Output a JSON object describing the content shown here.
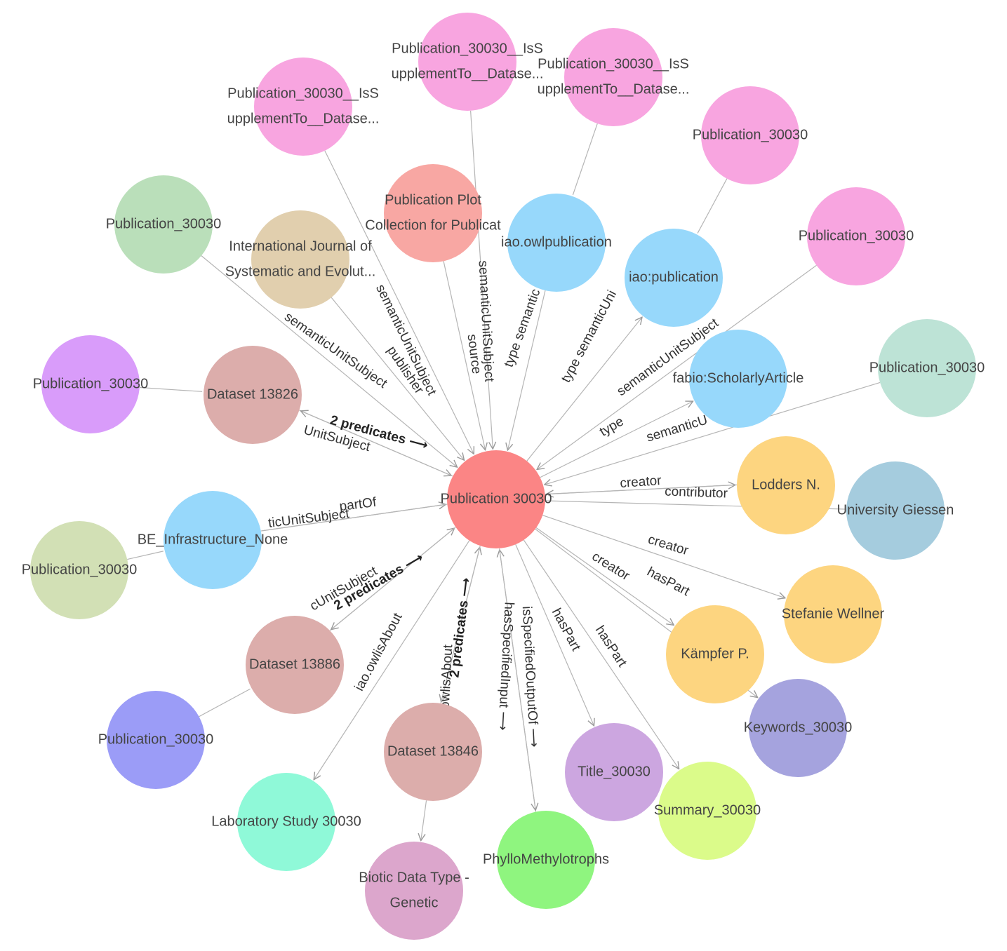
{
  "nodes": [
    {
      "id": "center",
      "lines": [
        "Publication 30030"
      ],
      "color": "#fb8585"
    },
    {
      "id": "pub_top1",
      "lines": [
        "Publication_30030__IsS",
        "upplementTo__Datase..."
      ],
      "color": "#f8a5e0"
    },
    {
      "id": "pub_top2",
      "lines": [
        "Publication_30030__IsS",
        "upplementTo__Datase..."
      ],
      "color": "#f8a5e0"
    },
    {
      "id": "pub_top3",
      "lines": [
        "Publication_30030__IsS",
        "upplementTo__Datase..."
      ],
      "color": "#f8a5e0"
    },
    {
      "id": "pub_pink_a",
      "lines": [
        "Publication_30030"
      ],
      "color": "#f8a5e0"
    },
    {
      "id": "pub_pink_b",
      "lines": [
        "Publication_30030"
      ],
      "color": "#f8a5e0"
    },
    {
      "id": "pub_mint",
      "lines": [
        "Publication_30030"
      ],
      "color": "#bde3d6"
    },
    {
      "id": "pub_green",
      "lines": [
        "Publication_30030"
      ],
      "color": "#badfba"
    },
    {
      "id": "journal",
      "lines": [
        "International Journal of",
        "Systematic and Evolut..."
      ],
      "color": "#e1cfae"
    },
    {
      "id": "plot",
      "lines": [
        "Publication Plot",
        "Collection for Publicat"
      ],
      "color": "#f8a7a3"
    },
    {
      "id": "owlpub",
      "lines": [
        "iao.owlpublication"
      ],
      "color": "#97d8fb"
    },
    {
      "id": "iaopub",
      "lines": [
        "iao:publication"
      ],
      "color": "#97d8fb"
    },
    {
      "id": "fabio",
      "lines": [
        "fabio:ScholarlyArticle"
      ],
      "color": "#97d8fb"
    },
    {
      "id": "pub_violet",
      "lines": [
        "Publication_30030"
      ],
      "color": "#d99cfa"
    },
    {
      "id": "ds13826",
      "lines": [
        "Dataset 13826"
      ],
      "color": "#dcadab"
    },
    {
      "id": "be_infra",
      "lines": [
        "BE_Infrastructure_None"
      ],
      "color": "#97d8fb"
    },
    {
      "id": "pub_sage",
      "lines": [
        "Publication_30030"
      ],
      "color": "#d2e0b5"
    },
    {
      "id": "ds13886",
      "lines": [
        "Dataset 13886"
      ],
      "color": "#dcadab"
    },
    {
      "id": "pub_blue",
      "lines": [
        "Publication_30030"
      ],
      "color": "#9b9cf7"
    },
    {
      "id": "lab",
      "lines": [
        "Laboratory Study 30030"
      ],
      "color": "#8ff9d8"
    },
    {
      "id": "ds13846",
      "lines": [
        "Dataset 13846"
      ],
      "color": "#dcadab"
    },
    {
      "id": "biotic",
      "lines": [
        "Biotic Data Type -",
        "Genetic"
      ],
      "color": "#dca6cc"
    },
    {
      "id": "phyllo",
      "lines": [
        "PhylloMethylotrophs"
      ],
      "color": "#8ff57f"
    },
    {
      "id": "title",
      "lines": [
        "Title_30030"
      ],
      "color": "#cca6e0"
    },
    {
      "id": "summary",
      "lines": [
        "Summary_30030"
      ],
      "color": "#dbfb8a"
    },
    {
      "id": "keywords",
      "lines": [
        "Keywords_30030"
      ],
      "color": "#a5a3de"
    },
    {
      "id": "kampfer",
      "lines": [
        "Kämpfer P."
      ],
      "color": "#fdd580"
    },
    {
      "id": "wellner",
      "lines": [
        "Stefanie Wellner"
      ],
      "color": "#fdd580"
    },
    {
      "id": "lodders",
      "lines": [
        "Lodders N."
      ],
      "color": "#fdd580"
    },
    {
      "id": "giessen",
      "lines": [
        "University Giessen"
      ],
      "color": "#a5ccde"
    }
  ],
  "edges": [
    {
      "from": "pub_top1",
      "to": "center",
      "label": "semanticUnitSubject",
      "arrow": true
    },
    {
      "from": "pub_top2",
      "to": "center",
      "label": "semanticUnitSubject",
      "arrow": true
    },
    {
      "from": "pub_top3",
      "to": "owlpub",
      "label": "",
      "arrow": false
    },
    {
      "from": "pub_green",
      "to": "center",
      "label": "semanticUnitSubject",
      "arrow": true
    },
    {
      "from": "journal",
      "to": "center",
      "label": "publisher",
      "arrow": true
    },
    {
      "from": "plot",
      "to": "center",
      "label": "source",
      "arrow": true
    },
    {
      "from": "owlpub",
      "to": "center",
      "label": "type semantic",
      "arrow": true
    },
    {
      "from": "center",
      "to": "iaopub",
      "label": "type semanticUni",
      "arrow": true
    },
    {
      "from": "pub_pink_a",
      "to": "iaopub",
      "label": "",
      "arrow": false
    },
    {
      "from": "pub_pink_b",
      "to": "center",
      "label": "semanticUnitSubject",
      "arrow": true
    },
    {
      "from": "center",
      "to": "fabio",
      "label": "type",
      "arrow": true
    },
    {
      "from": "pub_mint",
      "to": "center",
      "label": "semanticU",
      "arrow": true
    },
    {
      "from": "pub_violet",
      "to": "ds13826",
      "label": "",
      "arrow": false
    },
    {
      "from": "ds13826",
      "to": "center",
      "label": "2 predicates ⟶",
      "arrow": true,
      "bold": true
    },
    {
      "from": "center",
      "to": "ds13826",
      "label": "UnitSubject",
      "arrow": true
    },
    {
      "from": "be_infra",
      "to": "center",
      "label": "ticUnitSubject",
      "arrow": true
    },
    {
      "from": "center",
      "to": "be_infra",
      "label": "partOf",
      "arrow": false
    },
    {
      "from": "pub_sage",
      "to": "be_infra",
      "label": "",
      "arrow": false
    },
    {
      "from": "ds13886",
      "to": "center",
      "label": "2 predicates ⟶",
      "arrow": true,
      "bold": true
    },
    {
      "from": "center",
      "to": "ds13886",
      "label": "cUnitSubject",
      "arrow": true
    },
    {
      "from": "pub_blue",
      "to": "ds13886",
      "label": "",
      "arrow": false
    },
    {
      "from": "center",
      "to": "lab",
      "label": "iao.owlisAbout",
      "arrow": true
    },
    {
      "from": "ds13846",
      "to": "center",
      "label": "2 predicates ⟶",
      "arrow": true,
      "bold": true
    },
    {
      "from": "center",
      "to": "ds13846",
      "label": "owlisAbout",
      "arrow": true
    },
    {
      "from": "ds13846",
      "to": "biotic",
      "label": "",
      "arrow": true
    },
    {
      "from": "phyllo",
      "to": "center",
      "label": "hasSpecifiedInput ⟶",
      "arrow": true
    },
    {
      "from": "center",
      "to": "phyllo",
      "label": "isSpecifiedOutputOf ⟶",
      "arrow": true
    },
    {
      "from": "center",
      "to": "title",
      "label": "hasPart",
      "arrow": true
    },
    {
      "from": "center",
      "to": "summary",
      "label": "hasPart",
      "arrow": true
    },
    {
      "from": "center",
      "to": "kampfer",
      "label": "creator",
      "arrow": true
    },
    {
      "from": "center",
      "to": "keywords",
      "label": "hasPart",
      "arrow": true
    },
    {
      "from": "center",
      "to": "wellner",
      "label": "creator",
      "arrow": true
    },
    {
      "from": "center",
      "to": "lodders",
      "label": "creator",
      "arrow": true
    },
    {
      "from": "lodders",
      "to": "center",
      "label": "contributor",
      "arrow": true
    },
    {
      "from": "center",
      "to": "giessen",
      "label": "",
      "arrow": false
    }
  ]
}
